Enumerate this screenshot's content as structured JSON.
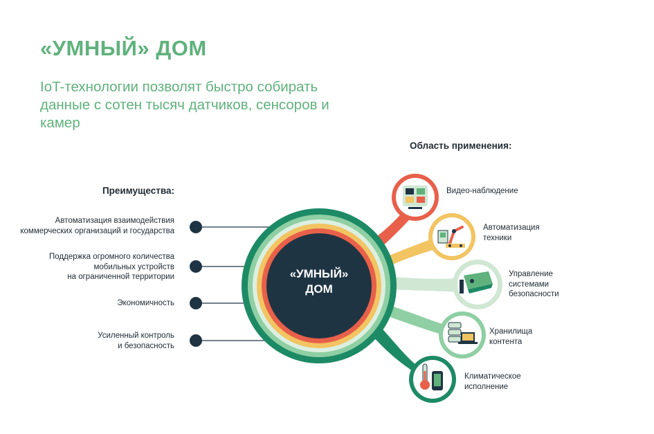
{
  "title": "«УМНЫЙ» ДОМ",
  "subtitle": "IoT-технологии позволят быстро собирать данные с сотен тысяч датчиков, сенсоров и камер",
  "advantages": {
    "heading": "Преимущества:",
    "items": [
      "Автоматизация взаимодействия\nкоммерческих организаций и государства",
      "Поддержка огромного количества\nмобильных устройств\nна ограниченной территории",
      "Экономичность",
      "Усиленный контроль\nи безопасность"
    ]
  },
  "center": {
    "label": "«УМНЫЙ»\nДОМ"
  },
  "applications": {
    "heading": "Область применения:",
    "items": [
      {
        "label": "Видео-наблюдение",
        "icon": "video-surveillance-icon",
        "color": "#e8604a"
      },
      {
        "label": "Автоматизация\nтехники",
        "icon": "robot-arm-icon",
        "color": "#f2c462"
      },
      {
        "label": "Управление\nсистемами\nбезопасности",
        "icon": "security-camera-icon",
        "color": "#cfe7d3"
      },
      {
        "label": "Хранилища\nконтента",
        "icon": "server-storage-icon",
        "color": "#8fcfa3"
      },
      {
        "label": "Климатическое\nисполнение",
        "icon": "thermometer-icon",
        "color": "#1d8a66"
      }
    ]
  },
  "colors": {
    "accent_green": "#5fb27c",
    "dark_navy": "#1f3443",
    "coral": "#e8604a",
    "yellow": "#f2c462",
    "pale_green": "#cfe7d3",
    "mint": "#8fcfa3",
    "deep_green": "#1d8a66"
  }
}
